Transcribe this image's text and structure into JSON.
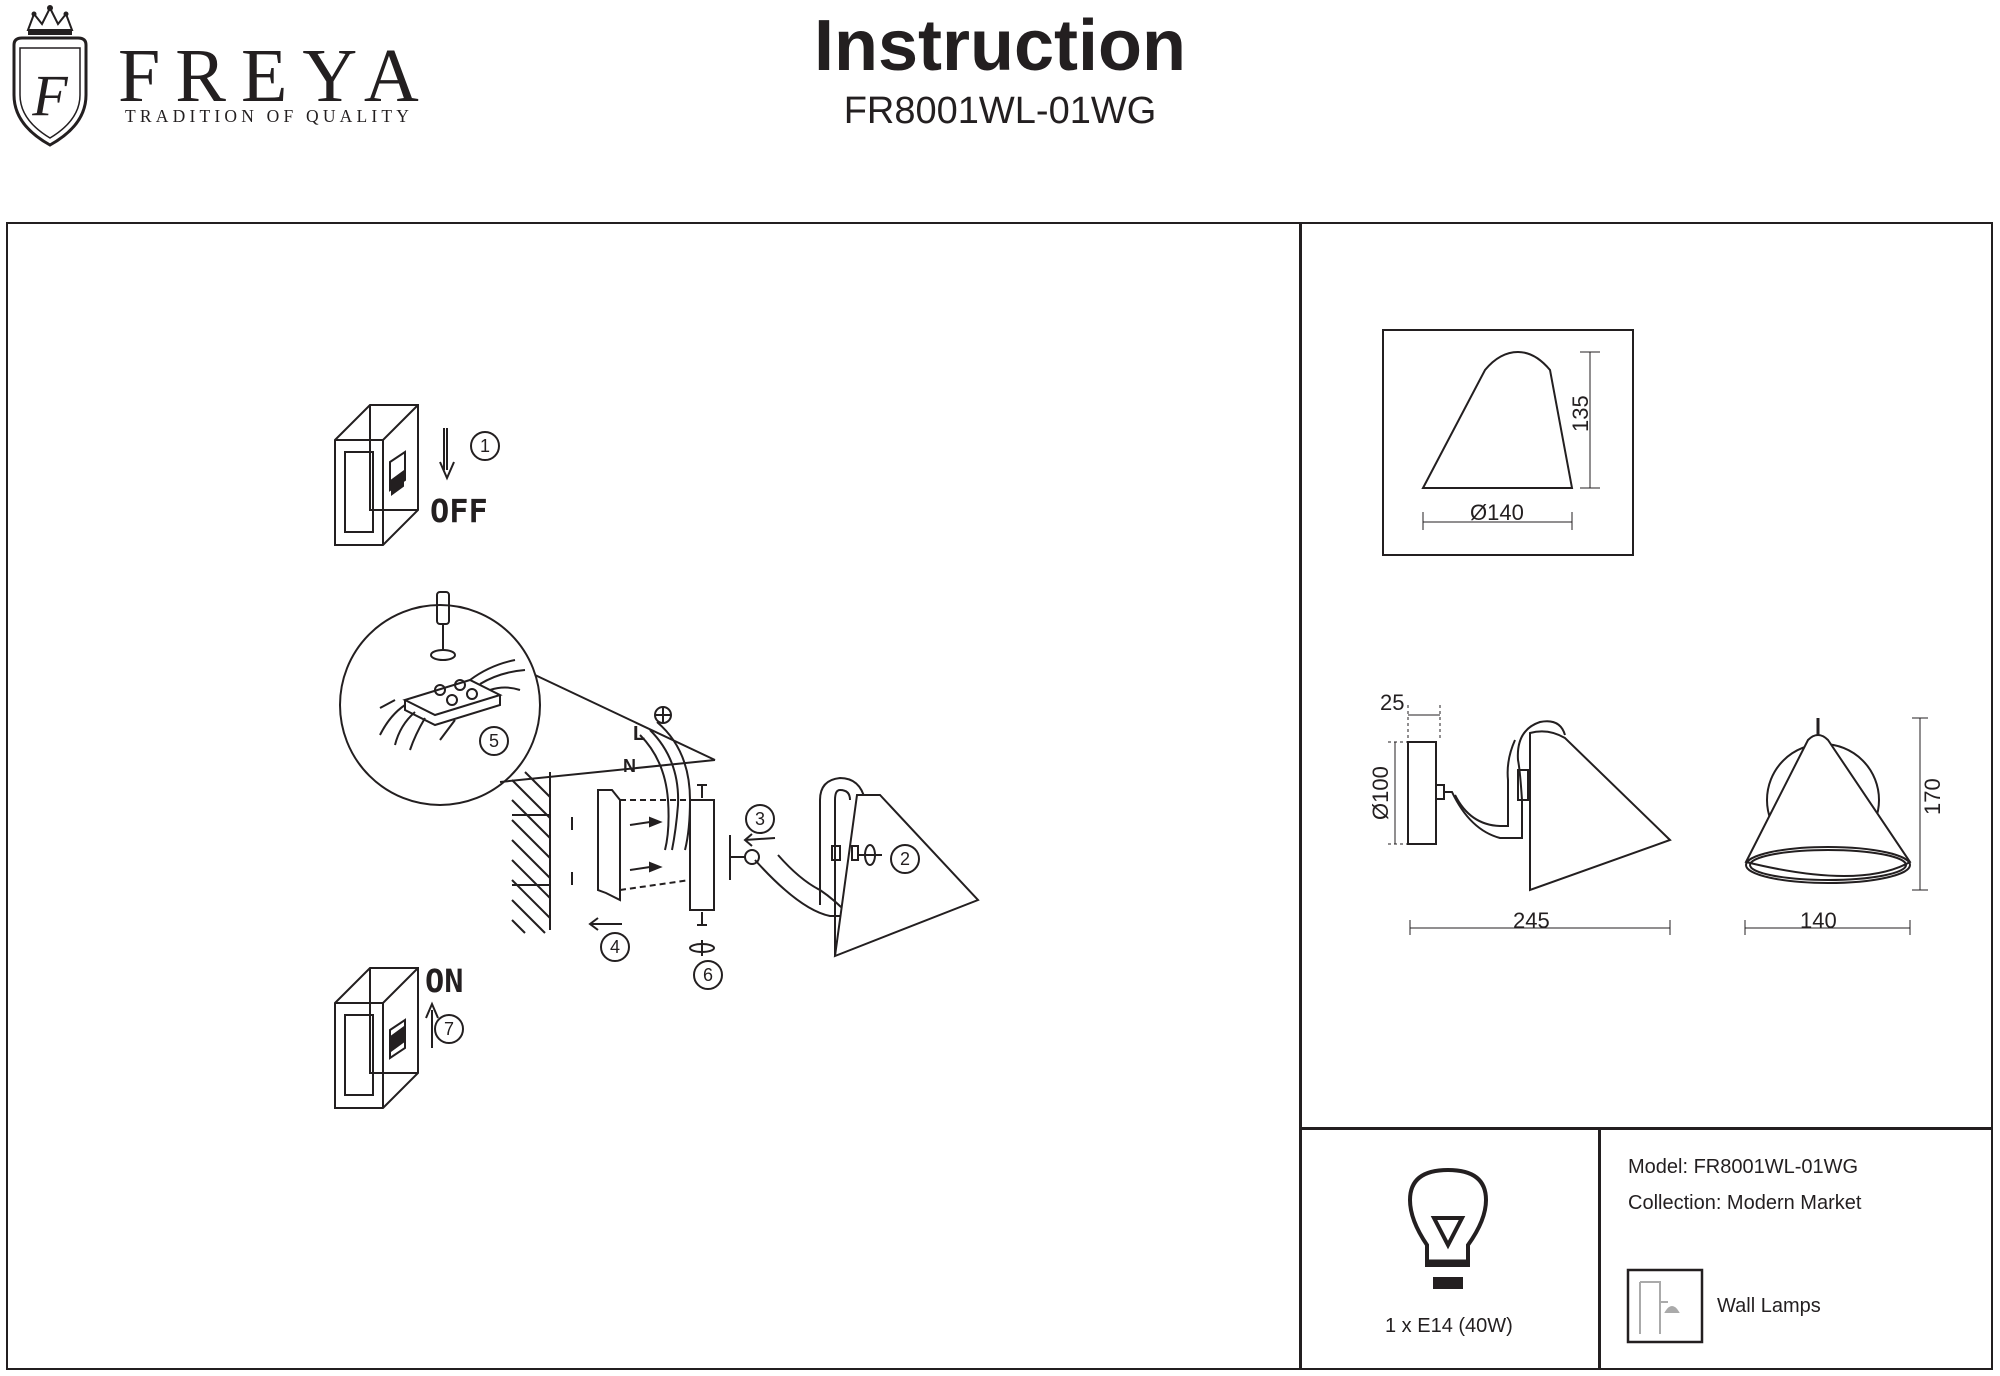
{
  "brand": {
    "name": "FREYA",
    "tagline": "TRADITION OF QUALITY",
    "emblem_letter": "F"
  },
  "header": {
    "title": "Instruction",
    "model_code": "FR8001WL-01WG"
  },
  "steps": {
    "off_label": "OFF",
    "on_label": "ON",
    "numbers": [
      "1",
      "2",
      "3",
      "4",
      "5",
      "6",
      "7"
    ],
    "wire_labels": {
      "live": "L",
      "neutral": "N"
    }
  },
  "dimensions": {
    "top_view": {
      "height": "135",
      "diameter": "Ø140"
    },
    "side_view": {
      "base_depth": "25",
      "base_diameter": "Ø100",
      "length": "245"
    },
    "front_view": {
      "height": "170",
      "width": "140"
    }
  },
  "bulb": {
    "spec": "1 x E14 (40W)"
  },
  "specs": {
    "model": "Model: FR8001WL-01WG",
    "collection": "Collection: Modern Market",
    "category": "Wall Lamps"
  }
}
